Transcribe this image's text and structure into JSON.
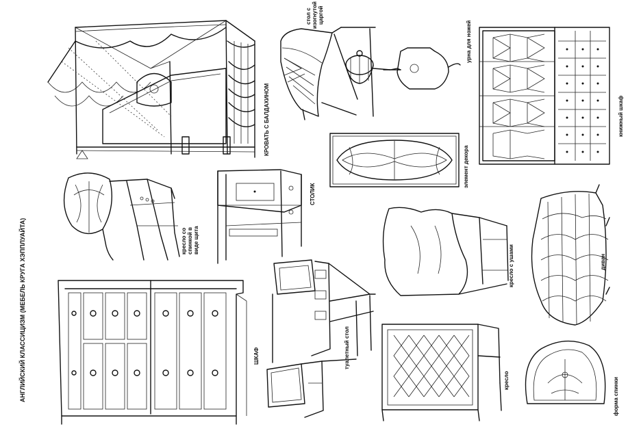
{
  "title": "АНГЛИЙСКИЙ КЛАССИЦИЗМ (МЕБЕЛЬ КРУГА ХЭППЛУАЙТА)",
  "labels": {
    "canopy_bed": "КРОВАТЬ С БАЛДАХИНОМ",
    "table_curved_1": "стол с",
    "table_curved_2": "изогнутой",
    "table_curved_3": "царгой",
    "knife_urn": "урна для ножей",
    "bookcase": "книжный шкаф",
    "decor_element": "элемент декора",
    "shield_chair_1": "кресло со",
    "shield_chair_2": "спинкой в",
    "shield_chair_3": "виде щита",
    "small_table": "СТОЛИК",
    "wing_chair": "кресло с ушами",
    "sofa": "диван",
    "cabinet": "ШКАФ",
    "dressing_table": "туалетный стол",
    "armchair": "кресло",
    "back_form": "форма спинки"
  }
}
